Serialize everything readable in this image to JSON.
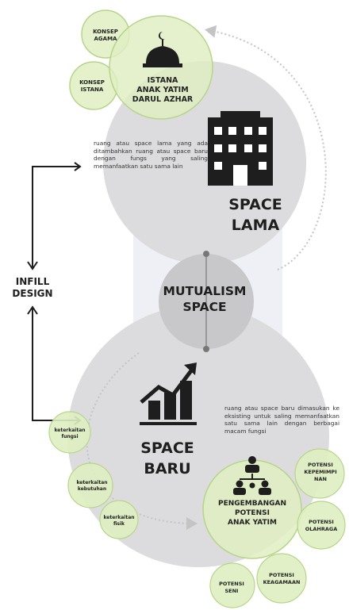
{
  "infill": {
    "line1": "INFILL",
    "line2": "DESIGN"
  },
  "top_circles": {
    "konsep_agama": [
      "KONSEP",
      "AGAMA"
    ],
    "konsep_istana": [
      "KONSEP",
      "ISTANA"
    ],
    "istana": [
      "ISTANA",
      "ANAK YATIM",
      "DARUL AZHAR"
    ]
  },
  "space_lama": {
    "label": [
      "SPACE",
      "LAMA"
    ],
    "description": "ruang atau space lama yang ada ditambahkan ruang atau space baru dengan fungs yang saling memanfaatkan satu sama lain"
  },
  "mutualism": [
    "MUTUALISM",
    "SPACE"
  ],
  "space_baru": {
    "label": [
      "SPACE",
      "BARU"
    ],
    "description": "ruang atau space baru dimasukan ke eksisting untuk saling memanfaatkan satu sama lain dengan berbagai macam fungsi"
  },
  "left_bubbles": {
    "fungsi": [
      "keterkaitan",
      "fungsi"
    ],
    "kebutuhan": [
      "keterkaitan",
      "kebutuhan"
    ],
    "fisik": [
      "keterkaitan",
      "fisik"
    ]
  },
  "pengembangan": [
    "PENGEMBANGAN",
    "POTENSI",
    "ANAK YATIM"
  ],
  "potensi": {
    "kepemimpinan": [
      "POTENSI",
      "KEPEMIMPI",
      "NAN"
    ],
    "olahraga": [
      "POTENSI",
      "OLAHRAGA"
    ],
    "keagamaan": [
      "POTENSI",
      "KEAGAMAAN"
    ],
    "seni": [
      "POTENSI",
      "SENI"
    ]
  },
  "colors": {
    "big_circle": "#dcdcde",
    "mid_circle": "#c8c8cb",
    "green_fill": "#dfeec2",
    "green_stroke": "#b8d48a",
    "dark": "#1e1e1e"
  }
}
